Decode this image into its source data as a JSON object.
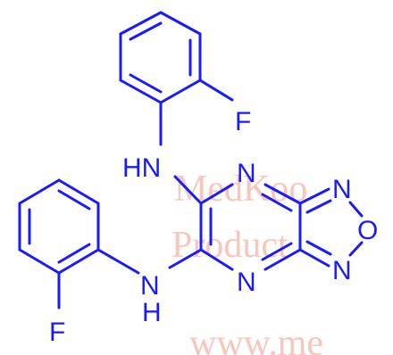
{
  "colors": {
    "bond": "#1a1aff",
    "atom": "#1a1aff",
    "watermark": "#f6b9ad"
  },
  "atoms": {
    "f_top": "F",
    "hn_top": "HN",
    "n_ring_top": "N",
    "n_oxa_top": "N",
    "o_oxa": "O",
    "n_oxa_bottom": "N",
    "n_ring_bottom": "N",
    "n_amine_bottom": "N",
    "h_amine_bottom": "H",
    "f_bottom": "F"
  },
  "watermark": {
    "line1": "MedKoo",
    "line2": "Product",
    "line3": "www.me"
  }
}
